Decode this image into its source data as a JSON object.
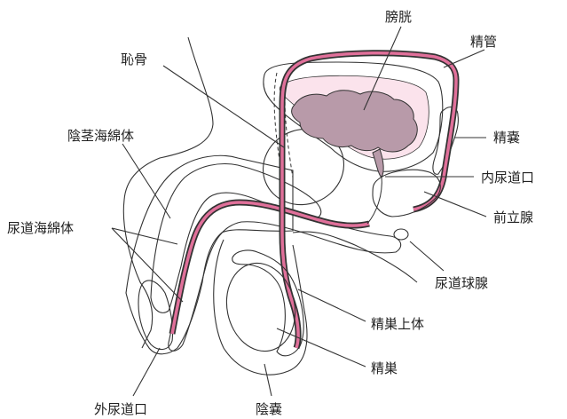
{
  "labels": {
    "bladder": "膀胱",
    "vas_deferens": "精管",
    "pubic_bone": "恥骨",
    "corpus_cavernosum": "陰茎海綿体",
    "seminal_vesicle": "精嚢",
    "internal_urethral_orifice": "内尿道口",
    "corpus_spongiosum": "尿道海綿体",
    "prostate": "前立腺",
    "bulbourethral_gland": "尿道球腺",
    "epididymis": "精巣上体",
    "testis": "精巣",
    "external_urethral_orifice": "外尿道口",
    "scrotum": "陰嚢"
  },
  "colors": {
    "outline": "#333333",
    "pink_dark": "#e0709a",
    "pink_mid": "#f0b8cc",
    "pink_light": "#fbe3ec",
    "bladder_inner": "#b89aa9",
    "bone_gray": "#e6e3e3",
    "prostate_gray": "#c9ccc7",
    "testis_gray": "#e7e7e4"
  }
}
